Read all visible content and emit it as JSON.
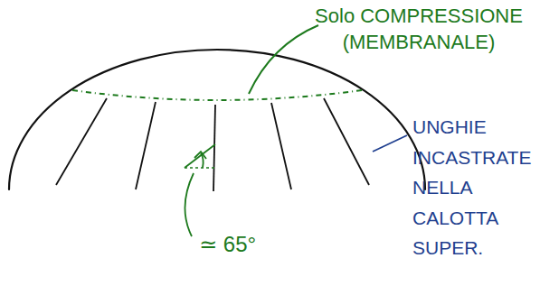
{
  "diagram": {
    "labels": [
      "Solo COMPRESSIONE (MEMBRANALE)",
      "UNGHIE INCASTRATE NELLA CALOTTA SUPER.",
      "≃ 65°"
    ]
  }
}
